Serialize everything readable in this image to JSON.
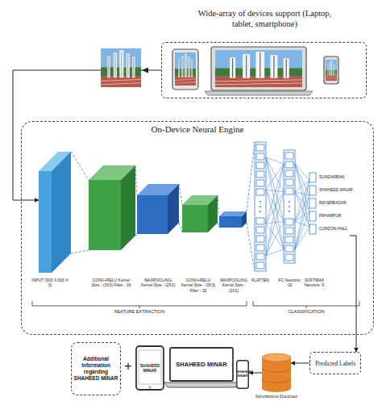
{
  "diagram": {
    "nodes": [
      {
        "text": [
          "Wide-array of devices support (Laptop, tablet, smartphone)"
        ]
      },
      {
        "text": [
          "On-Device Neural Engine"
        ]
      },
      {
        "text": [
          "INPUT (600 X 600 X 3)"
        ],
        "in": 1
      },
      {
        "text": [
          "CONV+RELU Kernel Size - (3X3) Filter - 16"
        ],
        "in": 1
      },
      {
        "text": [
          "MAXPOOLING Kernel Size - (2X2)"
        ],
        "in": 1
      },
      {
        "text": [
          "CONV+RELU Kernel Size - (3X3) Filter - 32"
        ],
        "in": 1
      },
      {
        "text": [
          "MAXPOOLING Kernel Size - (2X2)"
        ],
        "in": 1
      },
      {
        "text": [
          "FLATTEN"
        ],
        "in": 1
      },
      {
        "text": [
          "FC Neurons -32"
        ],
        "in": 1
      },
      {
        "text": [
          "SOFTMAX Neurons -5"
        ],
        "in": 1
      },
      {
        "text": [
          "Additional Information regarding SHAHEED MINAR"
        ]
      },
      {
        "text": [
          "SHAHEED MINAR"
        ]
      },
      {
        "text": [
          "SHAHEED MINAR"
        ]
      },
      {
        "text": [
          "SHAHEED MINAR"
        ]
      },
      {
        "text": [
          "Information Database"
        ]
      },
      {
        "text": [
          "Predicted Labels"
        ]
      }
    ],
    "edges": [
      {
        "from": 0,
        "to": 2,
        "arrow": "to"
      },
      {
        "from": 2,
        "to": 3,
        "arrow": "none"
      },
      {
        "from": 3,
        "to": 4,
        "arrow": "none"
      },
      {
        "from": 4,
        "to": 5,
        "arrow": "none"
      },
      {
        "from": 5,
        "to": 6,
        "arrow": "none"
      },
      {
        "from": 6,
        "to": 7,
        "arrow": "none"
      },
      {
        "from": 7,
        "to": 8,
        "arrow": "none"
      },
      {
        "from": 8,
        "to": 9,
        "arrow": "none"
      },
      {
        "from": 1,
        "to": 15,
        "arrow": "to"
      },
      {
        "from": 15,
        "to": 14,
        "arrow": "to"
      },
      {
        "from": 14,
        "to": 13,
        "arrow": "to"
      }
    ],
    "labels": [
      "SUNDARBAN",
      "SHAHEED MINAR",
      "RAYERBAZAR",
      "PAHARPUR",
      "CURZON HALL",
      "FEATURE EXTRACTION",
      "CLASSIFICATION",
      "+"
    ]
  }
}
